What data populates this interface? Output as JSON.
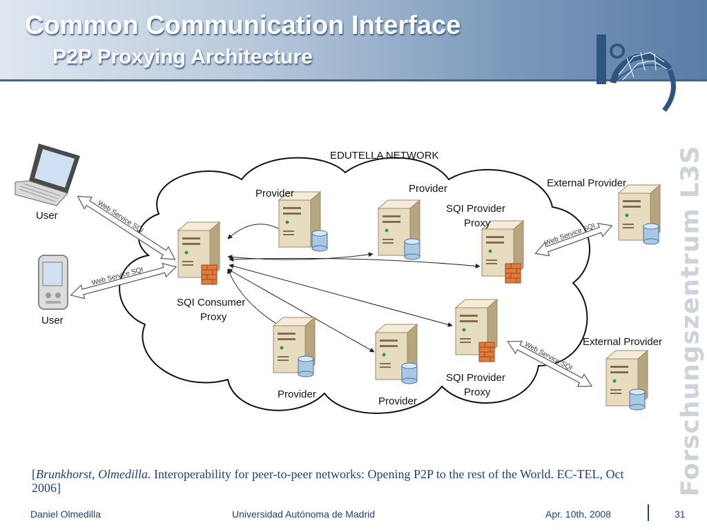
{
  "header": {
    "title": "Common Communication Interface",
    "subtitle": "P2P Proxying Architecture",
    "vertical_brand": "Forschungszentrum L3S"
  },
  "diagram": {
    "network_label": "EDUTELLA NETWORK",
    "users": [
      {
        "label": "User",
        "device": "laptop-icon"
      },
      {
        "label": "User",
        "device": "pda-icon"
      }
    ],
    "consumer_proxy": [
      "SQI Consumer",
      "Proxy"
    ],
    "providers": [
      "Provider",
      "Provider",
      "Provider",
      "Provider"
    ],
    "provider_proxies": [
      [
        "SQI Provider",
        "Proxy"
      ],
      [
        "SQI Provider",
        "Proxy"
      ]
    ],
    "external_providers": [
      "External Provider",
      "External Provider"
    ],
    "link_label": "Web Service SQI"
  },
  "citation": {
    "authors": "Brunkhorst, Olmedilla.",
    "text": " Interoperability for peer-to-peer networks: Opening P2P to the rest of the World. EC-TEL, Oct 2006]"
  },
  "footer": {
    "author": "Daniel Olmedilla",
    "institution": "Universidad Autónoma de Madrid",
    "date": "Apr. 10th, 2008",
    "page": "31"
  },
  "colors": {
    "accent": "#1e3f7a",
    "header_dark": "#5a7da6",
    "server_body": "#e8dcc0",
    "database": "#a9c8e6",
    "firewall": "#e07b3c"
  }
}
